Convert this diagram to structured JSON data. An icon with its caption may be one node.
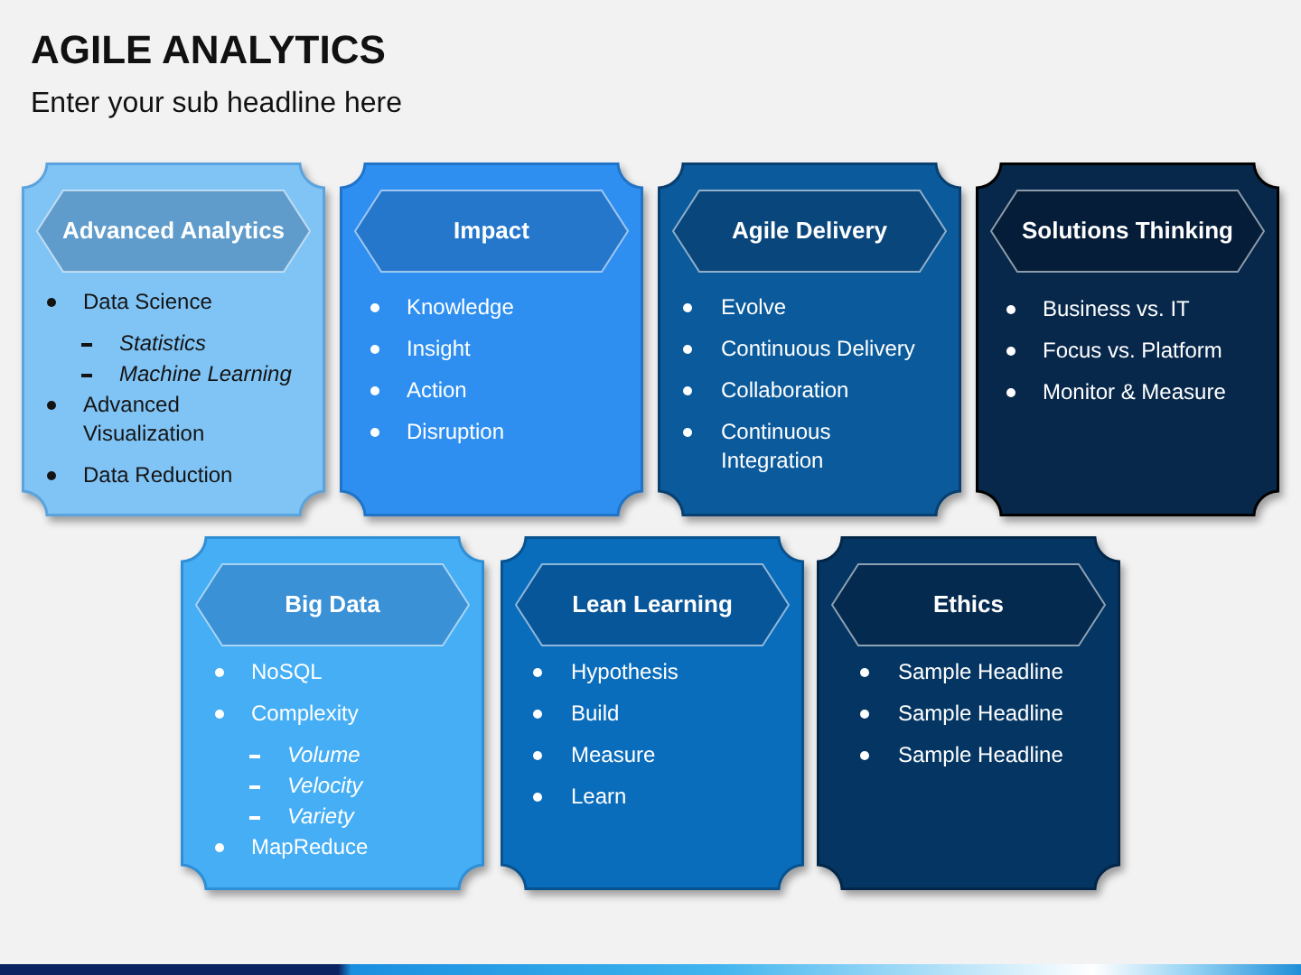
{
  "diagram": {
    "title": "AGILE ANALYTICS",
    "nodes": [
      {
        "text": [
          "Data Science",
          "Statistics",
          "Machine Learning",
          "Advanced Visualization",
          "Data Reduction"
        ]
      },
      {
        "text": [
          "Advanced Analytics"
        ],
        "in": 0
      },
      {
        "text": [
          "Knowledge",
          "Insight",
          "Action",
          "Disruption"
        ]
      },
      {
        "text": [
          "Impact"
        ],
        "in": 2
      },
      {
        "text": [
          "Evolve",
          "Continuous Delivery",
          "Collaboration",
          "Continuous Integration"
        ]
      },
      {
        "text": [
          "Agile Delivery"
        ],
        "in": 4
      },
      {
        "text": [
          "Business vs. IT",
          "Focus vs. Platform",
          "Monitor & Measure"
        ]
      },
      {
        "text": [
          "Solutions Thinking"
        ],
        "in": 6
      },
      {
        "text": [
          "NoSQL",
          "Complexity",
          "Volume",
          "Velocity",
          "Variety",
          "MapReduce"
        ]
      },
      {
        "text": [
          "Big Data"
        ],
        "in": 8
      },
      {
        "text": [
          "Hypothesis",
          "Build",
          "Measure",
          "Learn"
        ]
      },
      {
        "text": [
          "Lean Learning"
        ],
        "in": 10
      },
      {
        "text": [
          "Sample Headline",
          "Sample Headline",
          "Sample Headline"
        ]
      },
      {
        "text": [
          "Ethics"
        ],
        "in": 12
      }
    ],
    "labels": [
      "Enter your sub headline here"
    ]
  }
}
